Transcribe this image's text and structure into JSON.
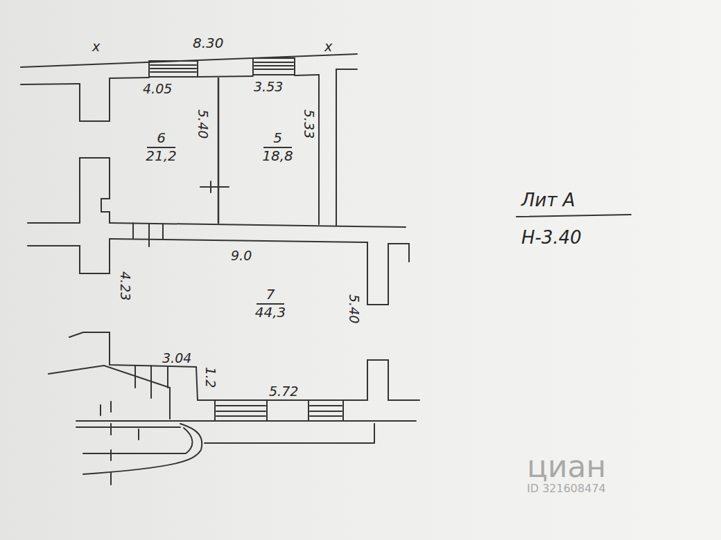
{
  "diagram": {
    "nodes": [
      {
        "text": [
          "6",
          "21,2"
        ]
      },
      {
        "text": [
          "5",
          "18,8"
        ]
      },
      {
        "text": [
          "7",
          "44,3"
        ]
      }
    ],
    "labels": [
      "x",
      "8.30",
      "x",
      "4.05",
      "3.53",
      "5.40",
      "5.33",
      "9.0",
      "4.23",
      "5.40",
      "3.04",
      "1.2",
      "5.72",
      "Лит А",
      "Н-3.40",
      "циан",
      "ID 321608474"
    ]
  }
}
